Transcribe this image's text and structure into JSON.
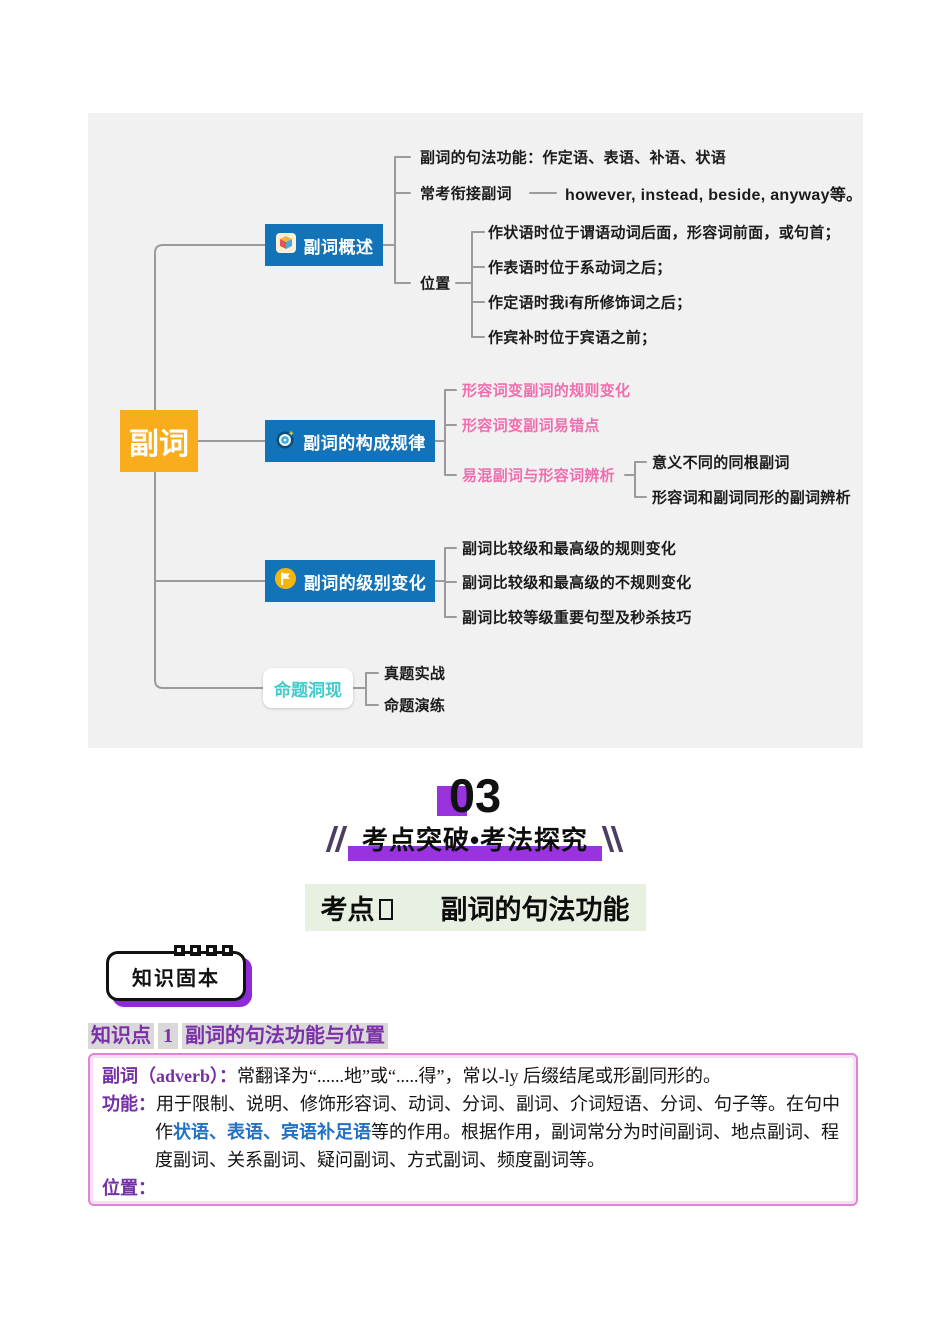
{
  "colors": {
    "node_blue": "#1273B9",
    "root_yellow": "#F9AC1C",
    "pink_item": "#F06EAE",
    "teal": "#45CBCB",
    "accent_purple": "#9933E0",
    "heading_purple": "#7B2FA8",
    "keyword_blue": "#2271C3",
    "green_highlight": "#E8F0E2",
    "gray_highlight": "#D9D9D9"
  },
  "mindmap": {
    "root": "副词",
    "overview": {
      "icon": "cube-icon",
      "label": "副词概述",
      "syntax_item": "副词的句法功能：作定语、表语、补语、状语",
      "conjunct_label": "常考衔接副词",
      "conjunct_value": "however, instead, beside, anyway等。",
      "position_label": "位置",
      "position_items": [
        "作状语时位于谓语动词后面，形容词前面，或句首；",
        "作表语时位于系动词之后；",
        "作定语时我i有所修饰词之后；",
        "作宾补时位于宾语之前；"
      ]
    },
    "formation": {
      "icon": "target-icon",
      "label": "副词的构成规律",
      "items": [
        "形容词变副词的规则变化",
        "形容词变副词易错点"
      ],
      "analysis_label": "易混副词与形容词辨析",
      "analysis_items": [
        "意义不同的同根副词",
        "形容词和副词同形的副词辨析"
      ]
    },
    "degree": {
      "icon": "flag-icon",
      "label": "副词的级别变化",
      "items": [
        "副词比较级和最高级的规则变化",
        "副词比较级和最高级的不规则变化",
        "副词比较等级重要句型及秒杀技巧"
      ]
    },
    "exam": {
      "label": "命题洞现",
      "items": [
        "真题实战",
        "命题演练"
      ]
    }
  },
  "section": {
    "number": "03",
    "title": "考点突破•考法探究",
    "kaodian_label": "考点",
    "kaodian_title": "副词的句法功能"
  },
  "knowledge": {
    "badge": "知识固本",
    "point_label": "知识点",
    "point_number": "1",
    "point_title": "副词的句法功能与位置"
  },
  "infobox": {
    "term_label": "副词（adverb）：",
    "term_text": "常翻译为“......地”或“.....得”，常以-ly 后缀结尾或形副同形的。",
    "function_label": "功能：",
    "function_text_1": "用于限制、说明、修饰形容词、动词、分词、副词、介词短语、分词、句子等。在句中作",
    "function_keywords": "状语、表语、宾语补足语",
    "function_text_2": "等的作用。根据作用，副词常分为时间副词、地点副词、程度副词、关系副词、疑问副词、方式副词、频度副词等。",
    "position_label": "位置："
  }
}
